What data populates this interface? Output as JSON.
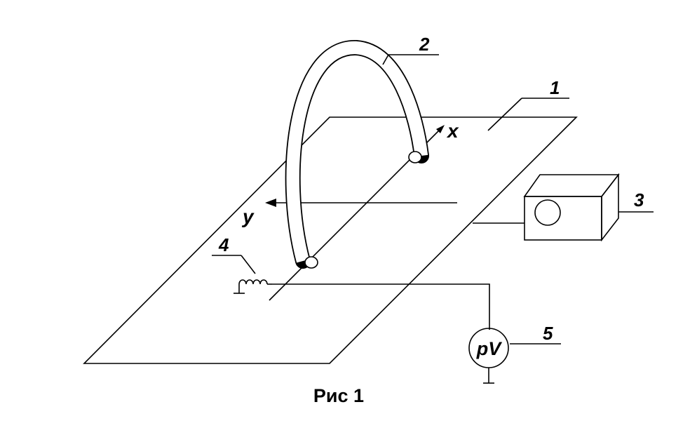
{
  "caption": "Рис 1",
  "axes": {
    "x": "x",
    "y": "y"
  },
  "meter": {
    "symbol": "pV"
  },
  "callouts": {
    "plate": "1",
    "cable": "2",
    "generator": "3",
    "coil": "4",
    "voltmeter": "5"
  }
}
